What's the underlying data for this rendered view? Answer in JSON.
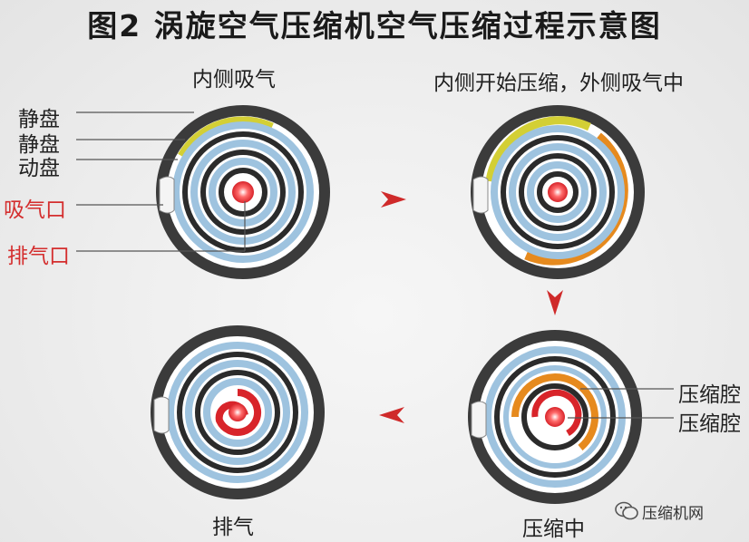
{
  "title": "图2 涡旋空气压缩机空气压缩过程示意图",
  "stages": {
    "s1": "内侧吸气",
    "s2": "内侧开始压缩，外侧吸气中",
    "s3": "压缩中",
    "s4": "排气"
  },
  "labels": {
    "fixed_scroll_1": "静盘",
    "fixed_scroll_2": "静盘",
    "orbiting_scroll": "动盘",
    "suction_port": "吸气口",
    "discharge_port": "排气口",
    "chamber_1": "压缩腔",
    "chamber_2": "压缩腔"
  },
  "colors": {
    "disc_border": "#3b3b3b",
    "fixed_scroll": "#2b2b2b",
    "orbiting_scroll": "#9ec3df",
    "suction_gas": "#d3cf35",
    "compressing_gas": "#e68a1e",
    "discharge_gas": "#d8242a",
    "arrow": "#cf2a2a",
    "label_red": "#d42e2e"
  },
  "watermark": "压缩机网"
}
